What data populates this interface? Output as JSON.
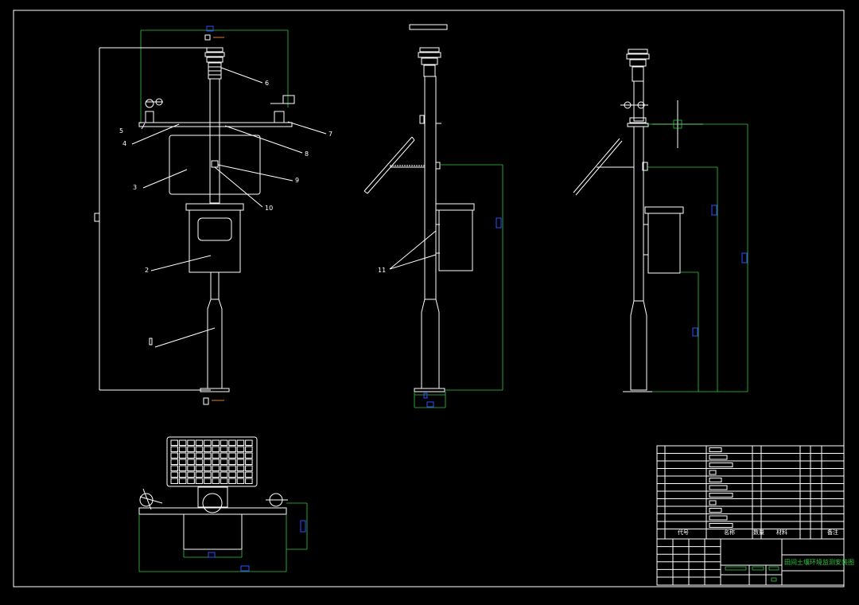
{
  "drawing": {
    "title_block_name": "田间土壤环境监测安装图",
    "header": {
      "code": "代号",
      "name": "名称",
      "qty": "数量",
      "material": "材料",
      "remark": "备注"
    },
    "part_labels": [
      "1",
      "2",
      "3",
      "4",
      "5",
      "6",
      "7",
      "8",
      "9",
      "10",
      "11"
    ]
  }
}
